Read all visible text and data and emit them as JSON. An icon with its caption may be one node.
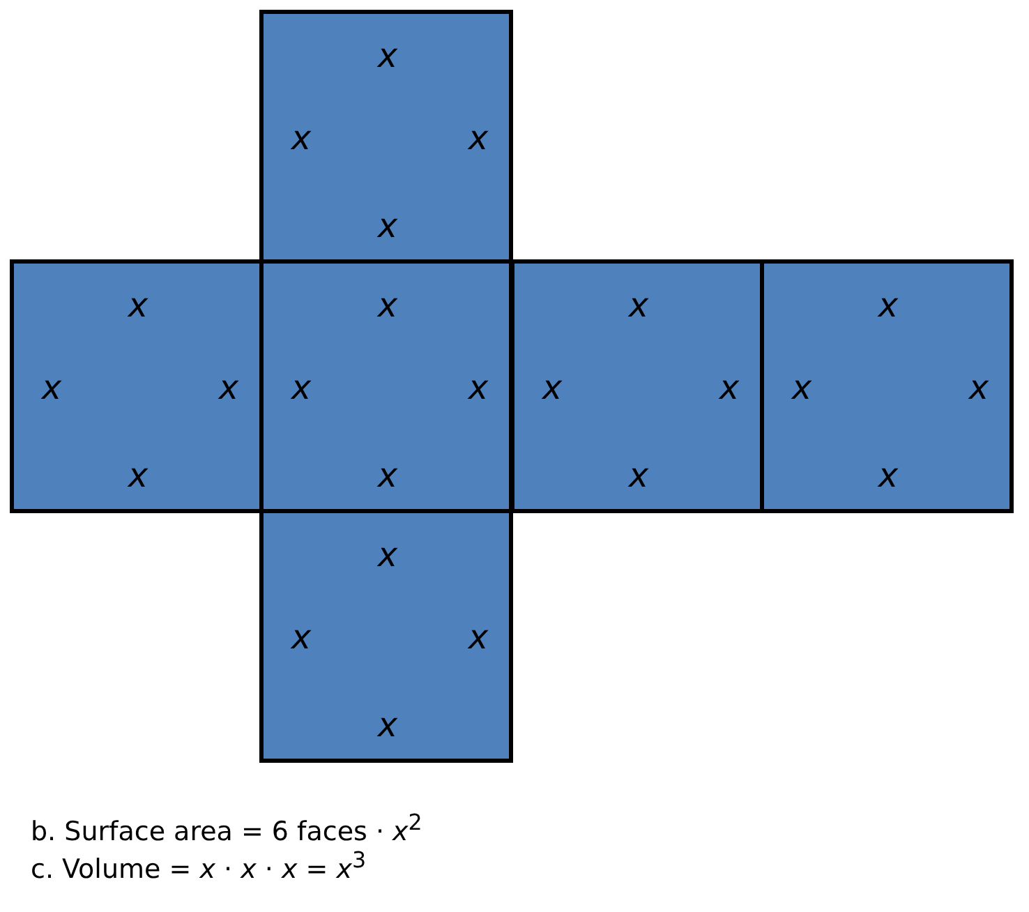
{
  "diagram": {
    "nodes": [
      {
        "text": [
          "x",
          "x",
          "x",
          "x"
        ]
      },
      {
        "text": [
          "x",
          "x",
          "x",
          "x"
        ]
      },
      {
        "text": [
          "x",
          "x",
          "x",
          "x"
        ]
      },
      {
        "text": [
          "x",
          "x",
          "x",
          "x"
        ]
      },
      {
        "text": [
          "x",
          "x",
          "x",
          "x"
        ]
      },
      {
        "text": [
          "x",
          "x",
          "x",
          "x"
        ]
      }
    ],
    "edges": [],
    "labels": [
      "b. Surface area = 6 faces · *x*$^{2}$",
      "c. Volume = *x* · *x* · *x* = *x*$^{3}$"
    ]
  }
}
